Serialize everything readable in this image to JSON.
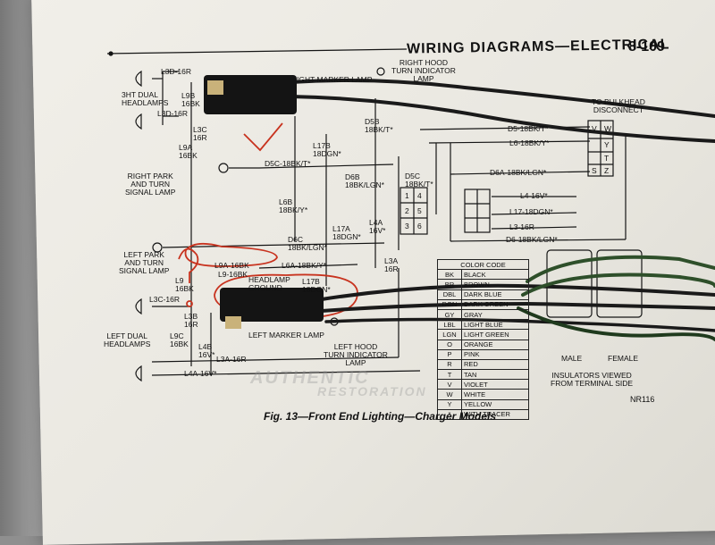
{
  "header": {
    "title": "WIRING DIAGRAMS—ELECTRICAL",
    "page": "8-109"
  },
  "figure": {
    "caption": "Fig. 13—Front End Lighting—Charger Models",
    "code": "NR116"
  },
  "labels": {
    "right_dual_headlamps": "3HT DUAL\nHEADLAMPS",
    "l3d_top": "L3D-16R",
    "l3d_mid": "L3D-16R",
    "l9b": "L9B\n16BK",
    "l3c_top": "L3C\n16R",
    "l9a": "L9A\n16BK",
    "right_park": "RIGHT PARK\nAND TURN\nSIGNAL LAMP",
    "d5c_left": "D5C-18BK/T*",
    "right_marker": "IGHT MARKER LAMP",
    "right_hood": "RIGHT HOOD\nTURN INDICATOR\nLAMP",
    "d5b": "D5B\n18BK/T*",
    "l17b_top": "L17B\n18DGN*",
    "to_bulkhead": "TO BULKHEAD\nDISCONNECT",
    "d5_right": "D5-18BK/T*",
    "l6_right": "L6-18BK/Y*",
    "d6a_right": "D6A-18BK/LGN*",
    "l4_right": "L4-16V*",
    "l17_right": "L17-18DGN*",
    "l3_right": "L3-16R",
    "d6_right": "D6-18BK/LGN*",
    "d6b": "D6B\n18BK/LGN*",
    "d5c_right": "D5C\n18BK/T*",
    "l6b": "L6B\n18BK/Y*",
    "l4a_mid": "L4A\n16V*",
    "l17a": "L17A\n18DGN*",
    "d6c": "D6C\n18BK/LGN*",
    "l6a": "L6A-18BK/Y*",
    "left_park": "LEFT PARK\nAND TURN\nSIGNAL LAMP",
    "l9a_left": "L9A-16BK",
    "l9_16bk": "L9-16BK",
    "headlamp_ground": "HEADLAMP\nGROUND",
    "l17b_bottom": "L17B\n18DGN*",
    "l3a_mid": "L3A\n16R",
    "l9_left": "L9\n16BK",
    "l3c_bottom": "L3C-16R",
    "l3b": "L3B\n16R",
    "l9c": "L9C\n16BK",
    "l4b": "L4B\n16V*",
    "left_dual_headlamps": "LEFT DUAL\nHEADLAMPS",
    "left_marker": "LEFT MARKER LAMP",
    "left_hood": "LEFT HOOD\nTURN INDICATOR\nLAMP",
    "l3a_bottom": "L3A-16R",
    "l4a_bottom": "L4A-16V*",
    "male": "MALE",
    "female": "FEMALE",
    "insulators": "INSULATORS VIEWED\nFROM TERMINAL SIDE",
    "bulkhead_pins": [
      "V",
      "W",
      "Y",
      "T",
      "S",
      "Z"
    ],
    "connector_pins": [
      "1",
      "4",
      "2",
      "5",
      "3",
      "6"
    ]
  },
  "color_code": {
    "title": "COLOR CODE",
    "rows": [
      [
        "BK",
        "BLACK"
      ],
      [
        "BR",
        "BROWN"
      ],
      [
        "DBL",
        "DARK BLUE"
      ],
      [
        "DGN",
        "DARK GREEN"
      ],
      [
        "GY",
        "GRAY"
      ],
      [
        "LBL",
        "LIGHT BLUE"
      ],
      [
        "LGN",
        "LIGHT GREEN"
      ],
      [
        "O",
        "ORANGE"
      ],
      [
        "P",
        "PINK"
      ],
      [
        "R",
        "RED"
      ],
      [
        "T",
        "TAN"
      ],
      [
        "V",
        "VIOLET"
      ],
      [
        "W",
        "WHITE"
      ],
      [
        "Y",
        "YELLOW"
      ],
      [
        "*",
        "WITH TRACER"
      ]
    ]
  },
  "watermark": {
    "line1": "AUTHENTIC",
    "line2": "RESTORATION"
  },
  "colors": {
    "paper": "#ecebe4",
    "ink": "#111111",
    "red_marker": "#c8331f",
    "wire": "#1a1a1a"
  }
}
